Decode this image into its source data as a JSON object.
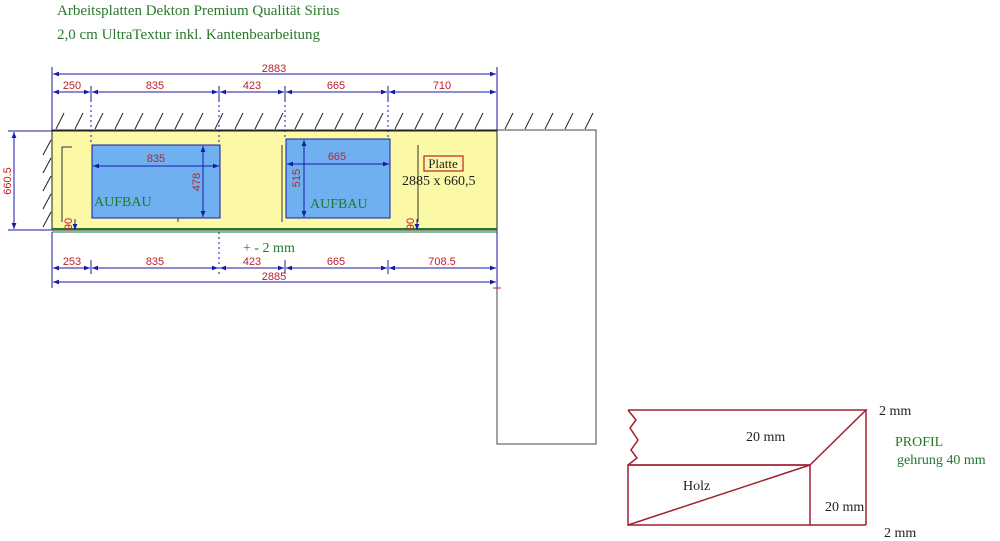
{
  "header": {
    "line1": "Arbeitsplatten Dekton Premium Qualität Sirius",
    "line2": "2,0 cm UltraTextur inkl. Kantenbearbeitung"
  },
  "top_dims": {
    "total": "2883",
    "segments": [
      "250",
      "835",
      "423",
      "665",
      "710"
    ]
  },
  "bottom_dims": {
    "total": "2885",
    "segments": [
      "253",
      "835",
      "423",
      "665",
      "708.5"
    ]
  },
  "depth_dim": "660.5",
  "cutouts": [
    {
      "label": "AUFBAU",
      "width": "835",
      "depth": "478",
      "front_offset": "90"
    },
    {
      "label": "AUFBAU",
      "width": "665",
      "depth": "515",
      "front_offset": "90"
    }
  ],
  "plate": {
    "label": "Platte",
    "size": "2885 x 660,5"
  },
  "tolerance": "+ - 2 mm",
  "profile": {
    "title": "PROFIL",
    "subtitle": "gehrung 40 mm",
    "top_thickness": "20 mm",
    "side_thickness": "20 mm",
    "material": "Holz",
    "gap_top": "2 mm",
    "gap_bottom": "2 mm"
  },
  "colors": {
    "plate_fill": "#fbf9a6",
    "cutout_fill": "#6fb1f0",
    "dimension": "#1a1aa6",
    "dimension_text": "#c0202a",
    "label_green": "#1e7a2a",
    "profile_red": "#a02030"
  }
}
